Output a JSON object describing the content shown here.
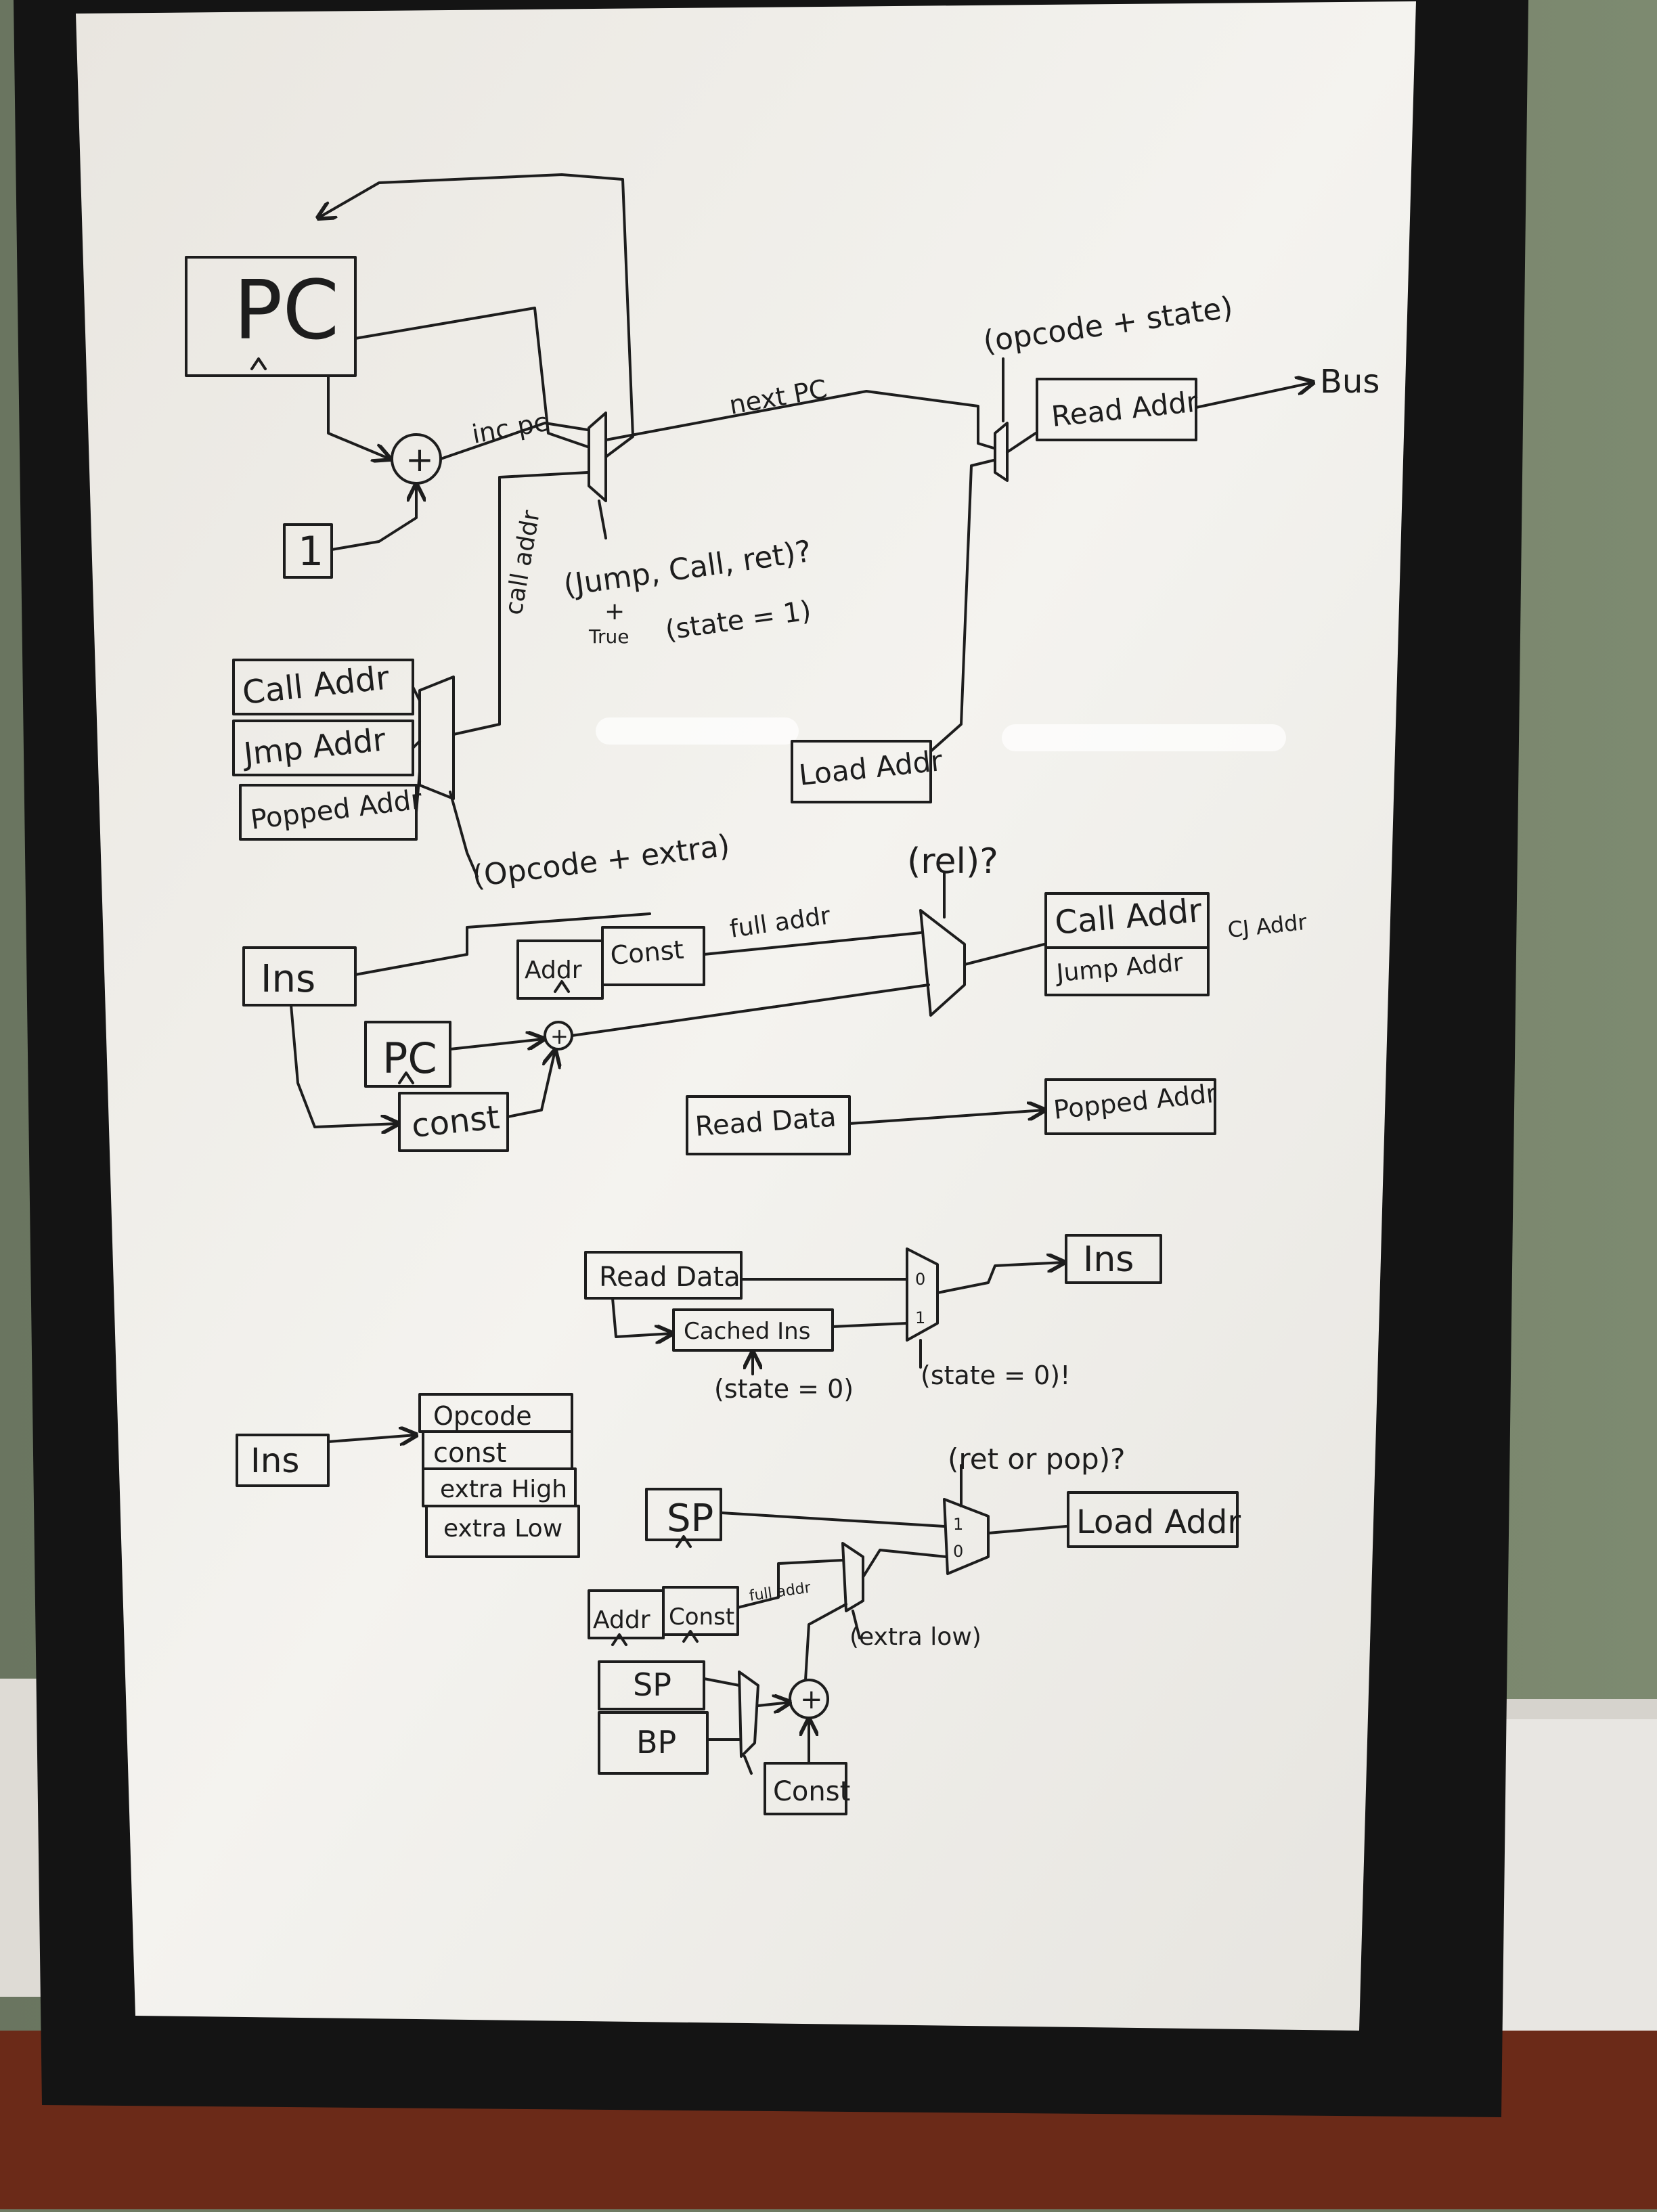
{
  "stage1": {
    "pc": "PC",
    "one": "1",
    "plus": "+",
    "inc_pc": "inc pc",
    "next_pc": "next PC",
    "opcode_state": "(opcode + state)",
    "read_addr": "Read Addr",
    "bus": "Bus",
    "call_addr_wire": "call addr",
    "cond_line1": "(Jump, Call, ret)?",
    "cond_plus": "+",
    "cond_true": "True",
    "cond_state": "(state = 1)",
    "call_addr": "Call Addr",
    "jmp_addr": "Jmp Addr",
    "popped_addr": "Popped Addr",
    "opcode_extra": "(Opcode + extra)",
    "load_addr": "Load Addr"
  },
  "stage2": {
    "ins": "Ins",
    "addr": "Addr",
    "const": "Const",
    "full_addr": "full addr",
    "rel": "(rel)?",
    "call_addr": "Call Addr",
    "jump_addr": "Jump Addr",
    "cj_addr": "CJ Addr",
    "pc": "PC",
    "const2": "const",
    "plus": "+",
    "read_data": "Read Data",
    "popped_addr": "Popped Addr"
  },
  "stage3": {
    "read_data": "Read Data",
    "cached_ins": "Cached Ins",
    "state0": "(state = 0)",
    "state0_q": "(state = 0)!",
    "ins": "Ins",
    "mux_0": "0",
    "mux_1": "1"
  },
  "stage4": {
    "ins": "Ins",
    "fields": [
      "Opcode",
      "const",
      "extra High",
      "extra Low"
    ]
  },
  "stage5": {
    "ret_pop": "(ret or pop)?",
    "sp": "SP",
    "load_addr": "Load Addr",
    "mux_1": "1",
    "mux_0": "0",
    "addr": "Addr",
    "const": "Const",
    "full_addr": "full addr",
    "extra_low": "(extra low)",
    "sp2": "SP",
    "bp": "BP",
    "plus": "+",
    "const2": "Const"
  }
}
